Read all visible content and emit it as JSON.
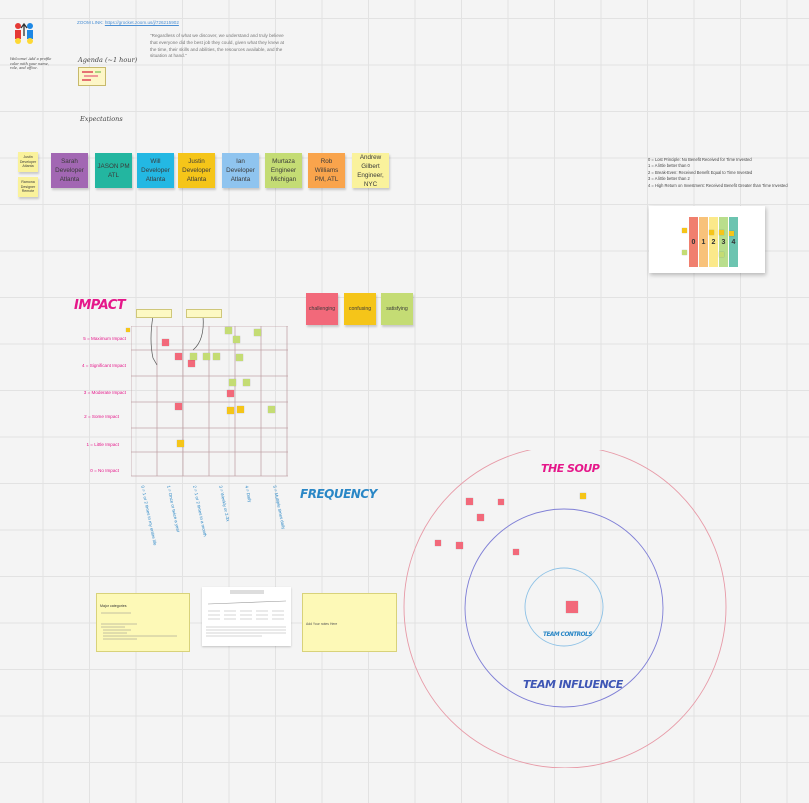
{
  "header": {
    "zoom_label": "ZOOM LINK:",
    "zoom_url": "https://grocket.zoom.us/j/726215902",
    "quote": "\"Regardless of what we discover, we understand and truly believe that everyone did the best job they could, given what they knew at the time, their skills and abilities, the resources available, and the situation at hand.\"",
    "logo_caption": "Welcome! Add a profile color with your name, role, and office.",
    "agenda_title": "Agenda (~1 hour)",
    "expectations_title": "Expectations"
  },
  "participants": [
    {
      "label": "Sarah Developer Atlanta",
      "color": "#a267b3"
    },
    {
      "label": "JASON PM ATL",
      "color": "#23b6a0"
    },
    {
      "label": "Will Developer Atlanta",
      "color": "#23b8e3"
    },
    {
      "label": "Justin Developer Atlanta",
      "color": "#f5c519"
    },
    {
      "label": "Ian Developer Atlanta",
      "color": "#8fc4ef"
    },
    {
      "label": "Murtaza Engineer Michigan",
      "color": "#c4dc74"
    },
    {
      "label": "Rob Williams PM, ATL",
      "color": "#f9a44c"
    },
    {
      "label": "Andrew Gilbert Engineer, NYC",
      "color": "#faf29c"
    }
  ],
  "small_stickies": [
    {
      "label": "Justin Developer Atlanta"
    },
    {
      "label": "Ramona Designer Remote"
    }
  ],
  "legend": {
    "lines": [
      "0 = Lost Principle: No Benefit Received for Time Invested",
      "1 = A little better than 0",
      "2 = Break-Even: Received Benefit Equal to Time Invested",
      "3 = A little better than 2",
      "4 = High Return on Investment: Received Benefit Greater than Time Invested"
    ],
    "scale": [
      {
        "label": "0",
        "color": "#f07f6e"
      },
      {
        "label": "1",
        "color": "#f8c27a"
      },
      {
        "label": "2",
        "color": "#fbe98a"
      },
      {
        "label": "3",
        "color": "#b9de8c"
      },
      {
        "label": "4",
        "color": "#6cc4b0"
      }
    ]
  },
  "feelings": [
    {
      "label": "challenging",
      "color": "#f2697a"
    },
    {
      "label": "confusing",
      "color": "#f5c519"
    },
    {
      "label": "satisfying",
      "color": "#c4dc74"
    }
  ],
  "impact_chart": {
    "title": "IMPACT",
    "ylabels": [
      "5 = Maximum Impact",
      "4 = Significant Impact",
      "3 = Moderate Impact",
      "2 = Some Impact",
      "1 = Little Impact",
      "0 = No Impact"
    ],
    "xlabels": [
      "0 = 1 or 2 times in my entire life",
      "1 = Once or twice a year",
      "2 = 1 or 2 times in a month",
      "3 = Weekly or 2-3x",
      "4 = Daily",
      "5 = Multiple times daily"
    ],
    "xtitle": "FREQUENCY"
  },
  "soup": {
    "outer_title": "THE SOUP",
    "middle_title": "TEAM INFLUENCE",
    "inner_title": "TEAM CONTROLS"
  },
  "cards": {
    "card1_title": "Major categories",
    "card3_text": "Add Your notes Here"
  }
}
